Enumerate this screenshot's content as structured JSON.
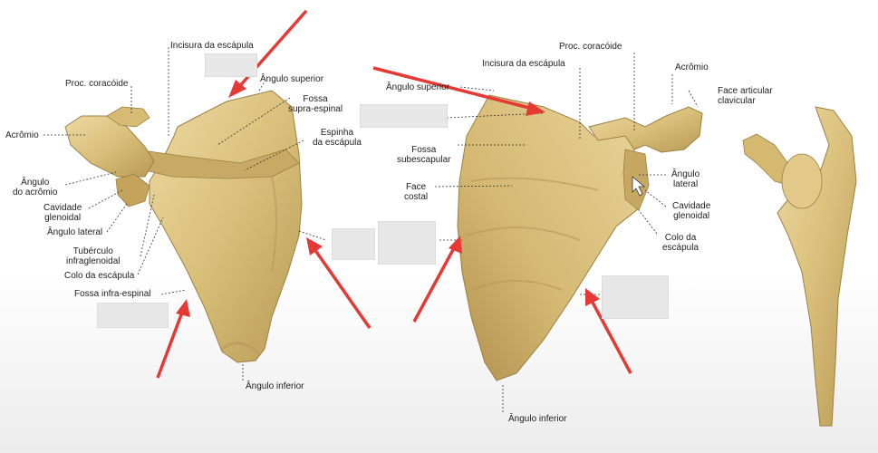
{
  "colors": {
    "bone": "#d9bf7a",
    "bone_dark": "#b79a55",
    "bone_light": "#ecd9a3",
    "arrow": "#e53935",
    "leader": "#333333",
    "blank": "#e7e7e7"
  },
  "posterior_view": {
    "labels": {
      "incisura": "Incisura da escápula",
      "angulo_superior": "Ângulo superior",
      "proc_coracoide": "Proc. coracóide",
      "fossa_supra": "Fossa\nsupra-espinal",
      "acromio": "Acrômio",
      "espinha": "Espinha\nda escápula",
      "angulo_acromio": "Ângulo\ndo acrômio",
      "cavidade": "Cavidade\nglenoidal",
      "angulo_lateral": "Ângulo lateral",
      "tuberculo": "Tubérculo\ninfraglenoidal",
      "colo": "Colo da escápula",
      "fossa_infra": "Fossa infra-espinal",
      "angulo_inferior": "Ângulo inferior"
    }
  },
  "anterior_view": {
    "labels": {
      "proc_coracoide": "Proc. coracóide",
      "incisura": "Incisura da escápula",
      "acromio": "Acrômio",
      "angulo_superior": "Ângulo superior",
      "face_articular": "Face articular\nclavicular",
      "fossa_sub": "Fossa\nsubescapular",
      "face_costal": "Face\ncostal",
      "angulo_lateral": "Ângulo\nlateral",
      "cavidade": "Cavidade\nglenoidal",
      "colo": "Colo da\nescápula",
      "angulo_inferior": "Ângulo inferior"
    }
  }
}
